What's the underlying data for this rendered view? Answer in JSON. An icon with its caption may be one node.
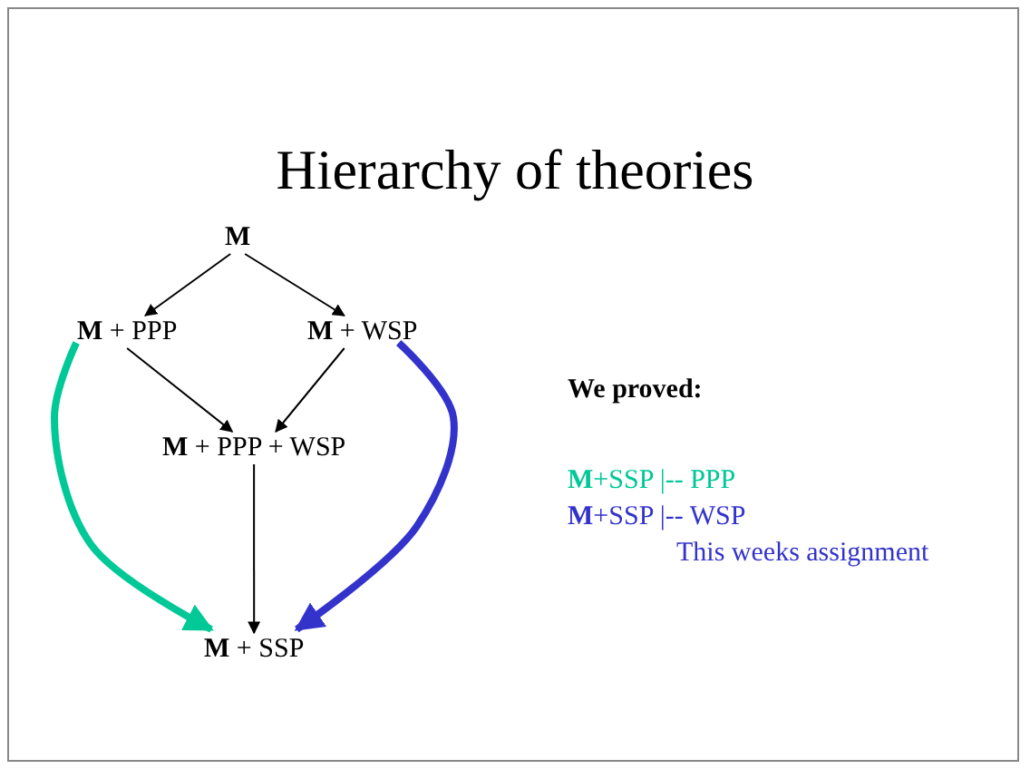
{
  "diagram": {
    "title": "Hierarchy of theories",
    "nodes": [
      {
        "text": [
          "M"
        ]
      },
      {
        "text": [
          "**M** + PPP"
        ]
      },
      {
        "text": [
          "**M** + WSP"
        ]
      },
      {
        "text": [
          "**M** + PPP + WSP"
        ]
      },
      {
        "text": [
          "**M** + SSP"
        ]
      }
    ],
    "edges": [
      {
        "from": 0,
        "to": 1,
        "arrow": "to"
      },
      {
        "from": 0,
        "to": 2,
        "arrow": "to"
      },
      {
        "from": 1,
        "to": 3,
        "arrow": "to"
      },
      {
        "from": 2,
        "to": 3,
        "arrow": "to"
      },
      {
        "from": 3,
        "to": 4,
        "arrow": "to"
      },
      {
        "from": 1,
        "to": 4,
        "arrow": "to",
        "style": "thick",
        "color": "#00c896"
      },
      {
        "from": 2,
        "to": 4,
        "arrow": "to",
        "style": "thick",
        "color": "#3333cc"
      }
    ],
    "labels": [
      "We proved:",
      "**M**+SSP |-- PPP",
      "**M**+SSP |-- WSP",
      "This weeks assignment"
    ]
  }
}
